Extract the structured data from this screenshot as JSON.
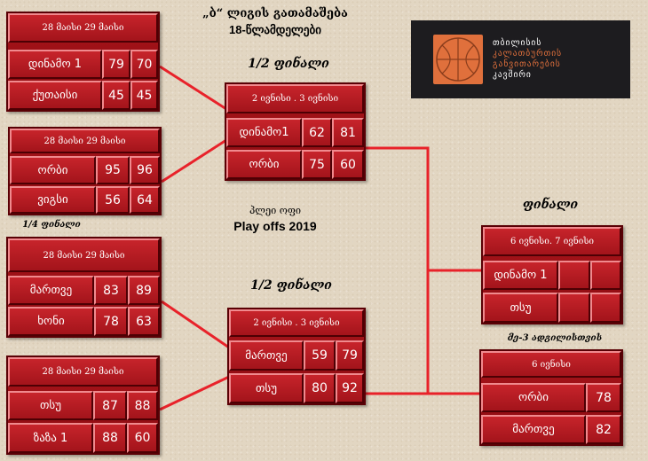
{
  "title": {
    "line1": "„ბ“ ლიგის გათამაშება",
    "line2": "18-წლამდელები"
  },
  "playoffs": {
    "line1": "პლეი ოფი",
    "line2": "Play offs 2019"
  },
  "stage_labels": {
    "quarter": "1/4 ფინალი",
    "semi_top": "1/2  ფინალი",
    "semi_bottom": "1/2  ფინალი",
    "final": "ფინალი",
    "third": "მე-3 ადგილისთვის"
  },
  "logo": {
    "lines": [
      "თბილისის",
      "კალათბურთის",
      "განვითარების",
      "კავშირი"
    ],
    "color": "#e0703c"
  },
  "colors": {
    "connector": "#e8222a",
    "box": "#a8141a"
  },
  "bracket": {
    "qf1": {
      "header": "28 მაისი  29 მაისი",
      "rows": [
        {
          "team": "დინამო 1",
          "s1": "79",
          "s2": "70"
        },
        {
          "team": "ქუთაისი",
          "s1": "45",
          "s2": "45"
        }
      ]
    },
    "qf2": {
      "header": "28 მაისი  29 მაისი",
      "rows": [
        {
          "team": "ორბი",
          "s1": "95",
          "s2": "96"
        },
        {
          "team": "ვიგსი",
          "s1": "56",
          "s2": "64"
        }
      ]
    },
    "qf3": {
      "header": "28 მაისი  29 მაისი",
      "rows": [
        {
          "team": "მართვე",
          "s1": "83",
          "s2": "89"
        },
        {
          "team": "ხონი",
          "s1": "78",
          "s2": "63"
        }
      ]
    },
    "qf4": {
      "header": "28 მაისი  29 მაისი",
      "rows": [
        {
          "team": "თსუ",
          "s1": "87",
          "s2": "88"
        },
        {
          "team": "ზაზა 1",
          "s1": "88",
          "s2": "60"
        }
      ]
    },
    "sf1": {
      "header": "2 ივნისი . 3 ივნისი",
      "rows": [
        {
          "team": "დინამო1",
          "s1": "62",
          "s2": "81"
        },
        {
          "team": "ორბი",
          "s1": "75",
          "s2": "60"
        }
      ]
    },
    "sf2": {
      "header": "2 ივნისი . 3 ივნისი",
      "rows": [
        {
          "team": "მართვე",
          "s1": "59",
          "s2": "79"
        },
        {
          "team": "თსუ",
          "s1": "80",
          "s2": "92"
        }
      ]
    },
    "final": {
      "header": "6 ივნისი. 7 ივნისი",
      "rows": [
        {
          "team": "დინამო 1",
          "s1": "",
          "s2": ""
        },
        {
          "team": "თსუ",
          "s1": "",
          "s2": ""
        }
      ]
    },
    "third": {
      "header": "6 ივნისი",
      "rows": [
        {
          "team": "ორბი",
          "s1": "78"
        },
        {
          "team": "მართვე",
          "s1": "82"
        }
      ]
    }
  }
}
